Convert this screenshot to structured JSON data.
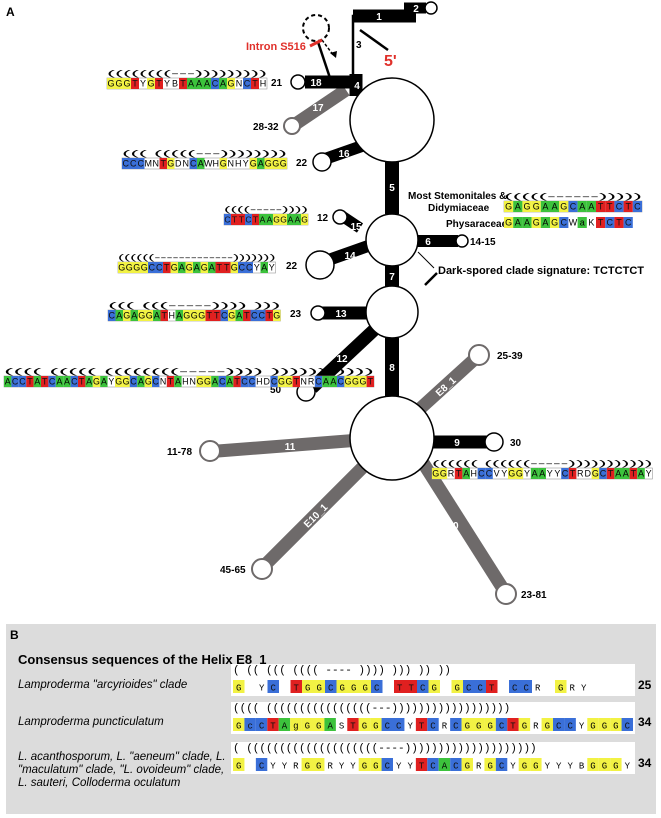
{
  "panel_a": {
    "label": "A",
    "intron_label": "Intron S516",
    "five_prime": "5'",
    "helix_numbers": {
      "h1": "1",
      "h2": "2",
      "h3": "3",
      "h4": "4",
      "h5": "5",
      "h6": "6",
      "h7": "7",
      "h8": "8",
      "h9": "9",
      "h10": "10",
      "h11": "11",
      "h12": "12",
      "h13": "13",
      "h14": "14",
      "h15": "15",
      "h16": "16",
      "h17": "17",
      "h18": "18",
      "e8": "E8_1",
      "e10": "E10_1"
    },
    "loop_sizes": {
      "h18": "21",
      "h17": "28-32",
      "h16": "22",
      "h15": "12",
      "h6": "14-15",
      "h14": "22",
      "h13": "23",
      "h12": "50",
      "e8": "25-39",
      "h9": "30",
      "h11": "11-78",
      "e10": "45-65",
      "h10": "23-81"
    },
    "stemonitales_label": "Most Stemonitales & Didymiaceae",
    "physaraceae_label": "Physaraceae",
    "signature_label": "Dark-spored clade signature:  TCTCTCT",
    "sequences": {
      "h18": {
        "brackets": "((((((((---)))))))))",
        "seq": "GGGTYGTYBTAAACAGNCTH"
      },
      "h16": {
        "brackets": "((( (((((---))))))))",
        "seq": "CCCMNTGDNCAWHGNHYGAGGG"
      },
      "h15": {
        "brackets": "((((-----))))",
        "seq": "CTTCTAAGGAAG"
      },
      "h14": {
        "brackets": "((((((-------------)))))))",
        "seq": "GGGGCCTGAGAGATTGCCYAY"
      },
      "h13": {
        "brackets": "((( (((-----)))) )))",
        "seq": "CAGAGGATHAGGGTTCGATCCTG"
      },
      "h12": {
        "brackets": "(((( (((((  ((((((((-----)))) )))))))))))",
        "seq": "ACCTATCAACTAGAYGGCAGCNTAHNGGACATCCHDCGGTNRCAACGGGT"
      },
      "h9": {
        "brackets": "((((((  ((((((-----)))))))))))",
        "seq": "GGRTAHCCVYGGYAAYYCTRDGCTAATAY"
      },
      "stemonitales": {
        "brackets": "(((((------)))))",
        "seq": "GAGGAAGCAATTCTC"
      },
      "physaraceae": {
        "seq": "GAAGAGCWaKTCTC"
      }
    }
  },
  "panel_b": {
    "label": "B",
    "title": "Consensus sequences of the Helix E8_1",
    "rows": [
      {
        "species": "Lamproderma \"arcyrioides\" clade",
        "brackets": "(  ((  (((  ((((       ----       ))))   )))   ))   ))",
        "seq": "G YC TGGCGGGC TTCG GCCT CCR GRY",
        "count": "25"
      },
      {
        "species": "Lamproderma puncticulatum",
        "brackets": "((((  ((((((((((((((((---))))))))))))))))))",
        "seq": "GcCTAgGGASTGGCCYTCRCGGGCTGRGCCYGGGC",
        "count": "34"
      },
      {
        "species": "L. acanthosporum, L. \"aeneum\" clade, L. \"maculatum\" clade, \"L. ovoideum\" clade, L. sauteri, Colloderma oculatum",
        "brackets": "(  ((((((((((((((((((((----))))))))))))))))))))",
        "seq": "G CYYRGGRYYGGCYYTCACGRGCYGGYYYBGGGY",
        "count": "34"
      }
    ]
  },
  "colors": {
    "A": "#3cc23c",
    "C": "#3a6fd8",
    "G": "#f2f244",
    "T": "#e02020",
    "helix_black": "#000000",
    "helix_grey": "#6e6a6a",
    "intron_red": "#e0302a",
    "panel_bg": "#dcdcdc"
  }
}
